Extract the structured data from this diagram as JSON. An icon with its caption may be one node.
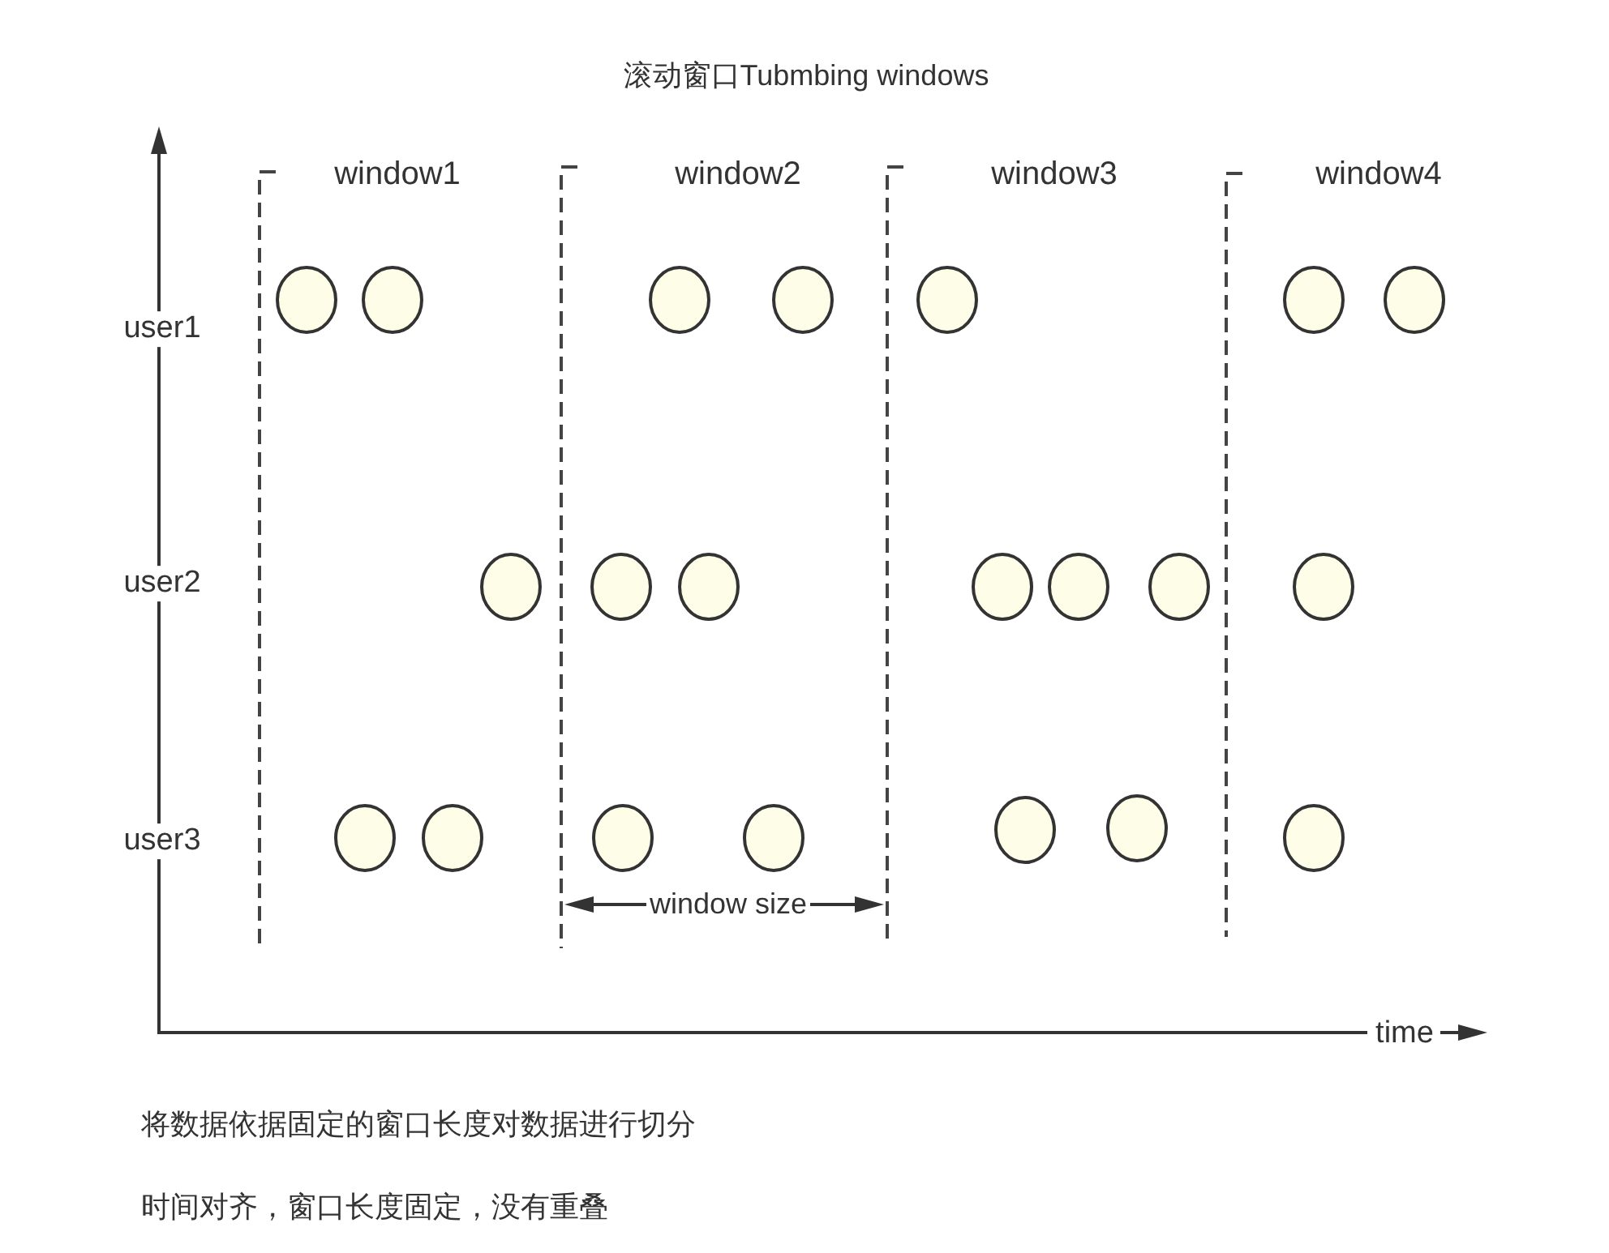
{
  "diagram": {
    "title": "滚动窗口Tubmbing windows",
    "nodes": [
      {
        "text": [],
        "shape": "circle"
      },
      {
        "text": [],
        "shape": "circle"
      },
      {
        "text": [],
        "shape": "circle"
      },
      {
        "text": [],
        "shape": "circle"
      },
      {
        "text": [],
        "shape": "circle"
      },
      {
        "text": [],
        "shape": "circle"
      },
      {
        "text": [],
        "shape": "circle"
      },
      {
        "text": [],
        "shape": "circle"
      },
      {
        "text": [],
        "shape": "circle"
      },
      {
        "text": [],
        "shape": "circle"
      },
      {
        "text": [],
        "shape": "circle"
      },
      {
        "text": [],
        "shape": "circle"
      },
      {
        "text": [],
        "shape": "circle"
      },
      {
        "text": [],
        "shape": "circle"
      },
      {
        "text": [],
        "shape": "circle"
      },
      {
        "text": [],
        "shape": "circle"
      },
      {
        "text": [],
        "shape": "circle"
      },
      {
        "text": [],
        "shape": "circle"
      },
      {
        "text": [],
        "shape": "circle"
      },
      {
        "text": [],
        "shape": "circle"
      },
      {
        "text": [],
        "shape": "circle"
      }
    ],
    "labels": [
      "window1",
      "window2",
      "window3",
      "window4",
      "user1",
      "user2",
      "user3",
      "window size",
      "time",
      "将数据依据固定的窗口长度对数据进行切分",
      "时间对齐，窗口长度固定，没有重叠"
    ]
  }
}
